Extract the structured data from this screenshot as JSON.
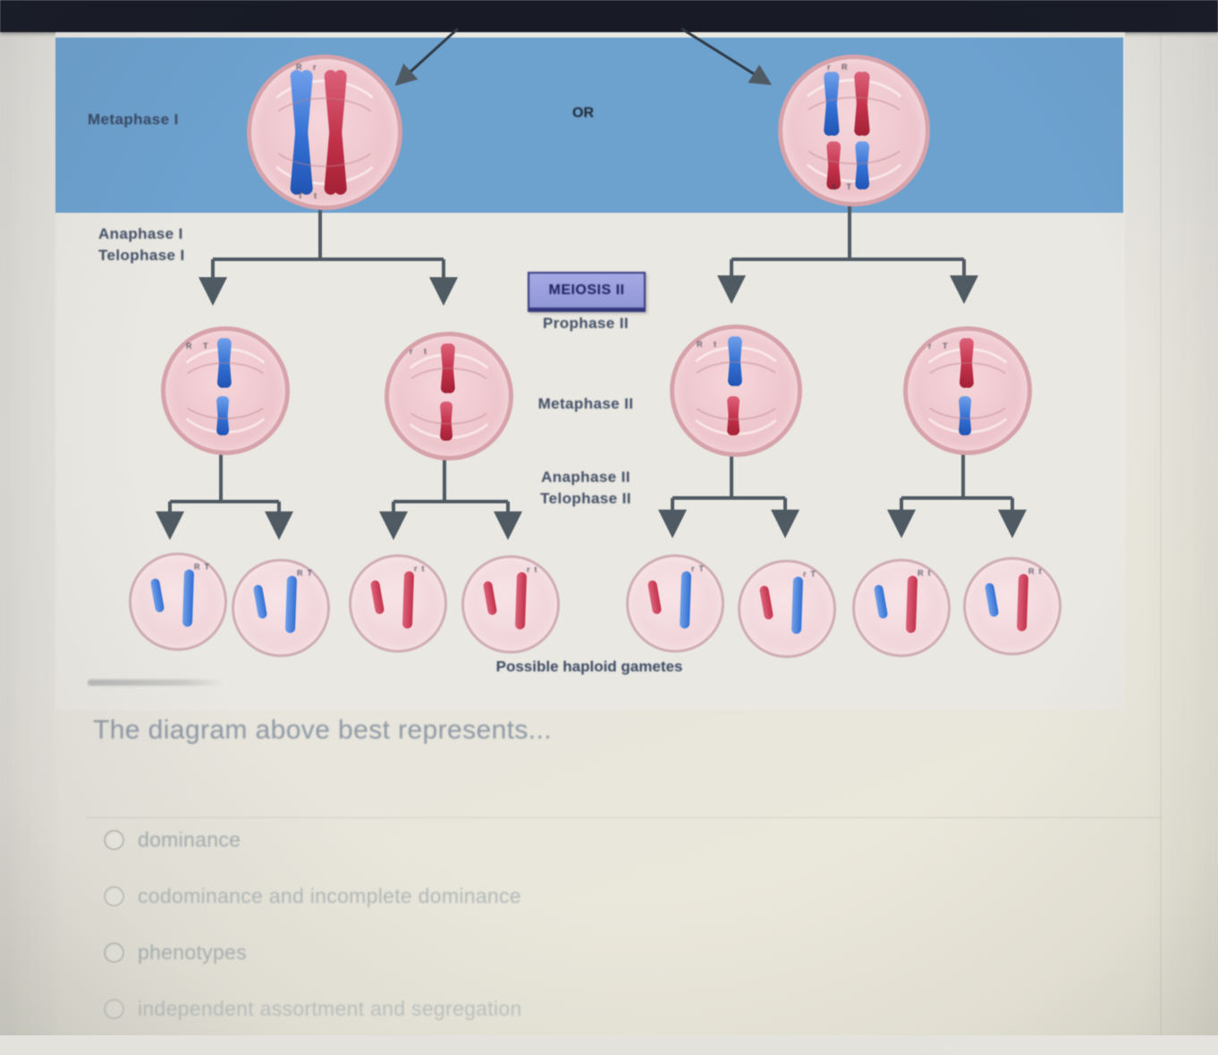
{
  "diagram": {
    "labels": {
      "metaphase1": "Metaphase I",
      "anaphase1": "Anaphase I",
      "telophase1": "Telophase I",
      "or": "OR",
      "meiosis2": "MEIOSIS II",
      "prophase2": "Prophase II",
      "metaphase2": "Metaphase II",
      "anaphase2": "Anaphase II",
      "telophase2": "Telophase II",
      "caption": "Possible haploid gametes"
    },
    "top_cells": [
      {
        "name": "metaphase1-arrangement-1",
        "layout": "side-by-side",
        "left": "blue",
        "right": "red",
        "letters_top": "R r",
        "letters_bottom": "T t"
      },
      {
        "name": "metaphase1-arrangement-2",
        "layout": "stacked",
        "top": [
          "blue",
          "red"
        ],
        "bottom": [
          "red",
          "blue"
        ],
        "letters_top": "r R",
        "letters_bottom": "t T"
      }
    ],
    "metaphase2_cells": [
      {
        "top": "blue",
        "bottom": "blue",
        "letters": "R T"
      },
      {
        "top": "red",
        "bottom": "red",
        "letters": "r t"
      },
      {
        "top": "blue",
        "bottom": "red",
        "letters": "R t"
      },
      {
        "top": "red",
        "bottom": "blue",
        "letters": "r T"
      }
    ],
    "gametes": [
      {
        "short": "blue",
        "long": "blue",
        "label": "RT"
      },
      {
        "short": "blue",
        "long": "blue",
        "label": "RT"
      },
      {
        "short": "red",
        "long": "red",
        "label": "rt"
      },
      {
        "short": "red",
        "long": "red",
        "label": "rt"
      },
      {
        "short": "red",
        "long": "blue",
        "label": "rT"
      },
      {
        "short": "red",
        "long": "blue",
        "label": "rT"
      },
      {
        "short": "blue",
        "long": "red",
        "label": "Rt"
      },
      {
        "short": "blue",
        "long": "red",
        "label": "Rt"
      }
    ]
  },
  "question": {
    "text": "The diagram above best represents..."
  },
  "options": [
    {
      "label": "dominance"
    },
    {
      "label": "codominance and incomplete dominance"
    },
    {
      "label": "phenotypes"
    },
    {
      "label": "independent assortment and segregation"
    }
  ],
  "colors": {
    "top_bar": "#181b27",
    "banner_blue": "#6ba1d1",
    "chromosome_blue": "#2f6fd8",
    "chromosome_red": "#c93049",
    "cell_border": "#d9a2ab",
    "connector": "#4e5a64",
    "meiosis_box_fill": "#9196da",
    "meiosis_box_border": "#33387e",
    "meiosis_box_text": "#1c2160",
    "label_text": "#33415c",
    "question_text": "#8d97a4",
    "option_text": "#93a0a6"
  }
}
